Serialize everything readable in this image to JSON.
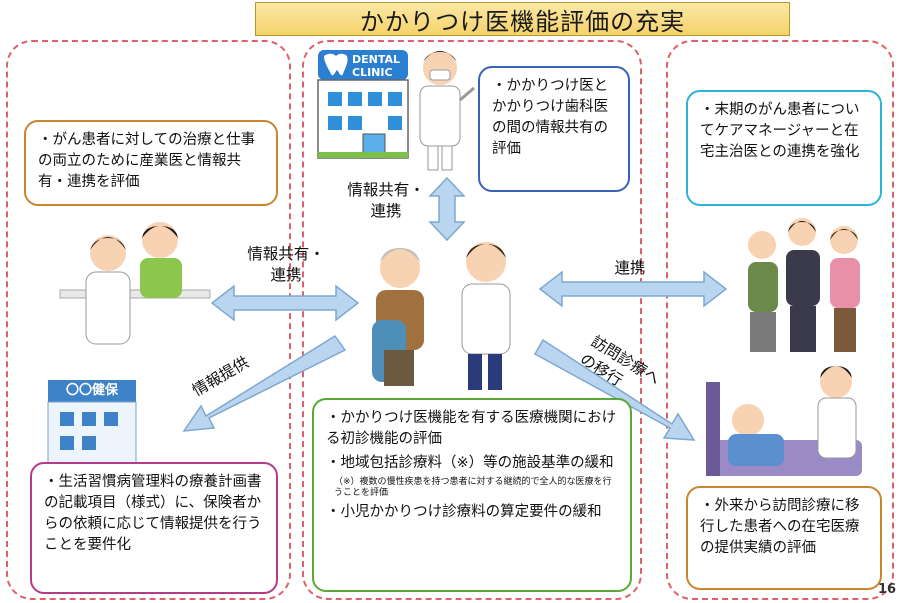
{
  "title": "かかりつけ医機能評価の充実",
  "left_top_box": "・がん患者に対しての治療と仕事の両立のために産業医と情報共有・連携を評価",
  "center_top_box": "・かかりつけ医とかかりつけ歯科医の間の情報共有の評価",
  "right_top_box": "・末期のがん患者についてケアマネージャーと在宅主治医との連携を強化",
  "left_bottom_box": "・生活習慣病管理料の療養計画書の記載項目（様式）に、保険者からの依頼に応じて情報提供を行うことを要件化",
  "right_bottom_box": "・外来から訪問診療に移行した患者への在宅医療の提供実績の評価",
  "center_bottom_box": {
    "item1": "・かかりつけ医機能を有する医療機関における初診機能の評価",
    "item2": "・地域包括診療料（※）等の施設基準の緩和",
    "note": "（※）複数の慢性疾患を持つ患者に対する継続的で全人的な医療を行うことを評価",
    "item3": "・小児かかりつけ診療料の算定要件の緩和"
  },
  "arrow_labels": {
    "vertical": "情報共有・連携",
    "left": "情報共有・連携",
    "right": "連携",
    "down_left": "情報提供",
    "down_right": "訪問診療への移行"
  },
  "dental_sign": "DENTAL CLINIC",
  "insurer_sign": "〇〇健保",
  "page_number": "16"
}
